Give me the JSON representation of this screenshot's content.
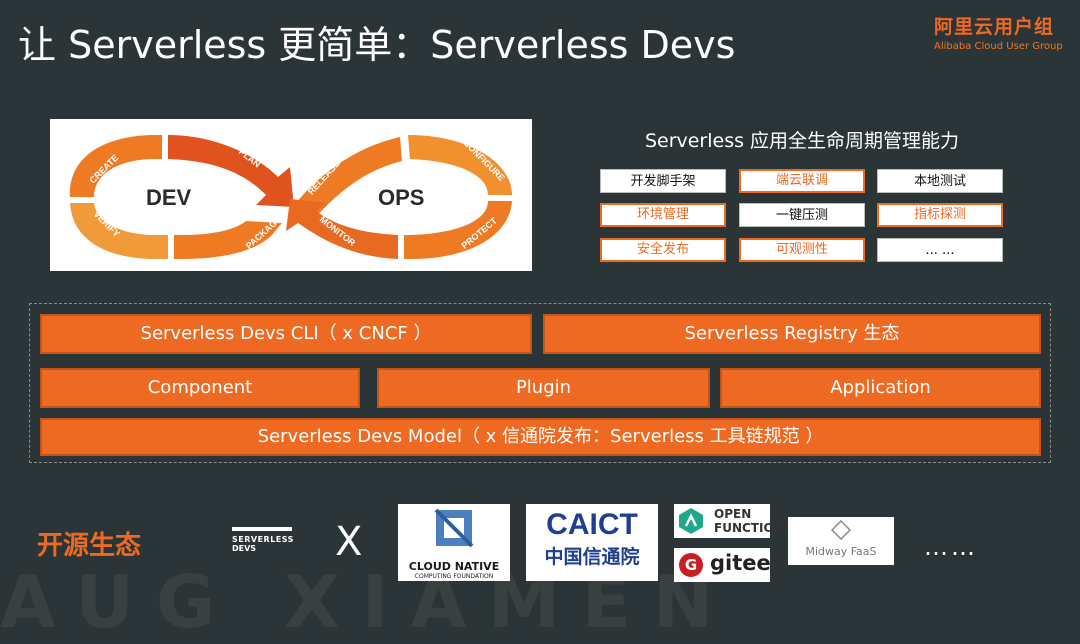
{
  "header": {
    "title": "让 Serverless 更简单：Serverless Devs",
    "brand_cn": "阿里云用户组",
    "brand_en": "Alibaba Cloud User Group"
  },
  "lifecycle_diagram": {
    "left_label": "DEV",
    "right_label": "OPS",
    "arrows": [
      "CREATE",
      "PLAN",
      "RELEASE",
      "CONFIGURE",
      "PROTECT",
      "MONITOR",
      "PACKAGE",
      "VERIFY"
    ]
  },
  "capabilities": {
    "title": "Serverless 应用全生命周期管理能力",
    "items": [
      {
        "label": "开发脚手架",
        "style": "white"
      },
      {
        "label": "端云联调",
        "style": "out"
      },
      {
        "label": "本地测试",
        "style": "white"
      },
      {
        "label": "环境管理",
        "style": "out"
      },
      {
        "label": "一键压测",
        "style": "white"
      },
      {
        "label": "指标探测",
        "style": "out"
      },
      {
        "label": "安全发布",
        "style": "out"
      },
      {
        "label": "可观测性",
        "style": "out"
      },
      {
        "label": "... ...",
        "style": "white"
      }
    ]
  },
  "architecture": {
    "cli": "Serverless Devs CLI（ x CNCF ）",
    "registry": "Serverless Registry 生态",
    "component": "Component",
    "plugin": "Plugin",
    "application": "Application",
    "model": "Serverless Devs Model（ x 信通院发布：Serverless 工具链规范 ）"
  },
  "ecosystem": {
    "label": "开源生态",
    "times": "X",
    "devs_logo": {
      "line1": "SERVERLESS",
      "line2": "DEVS"
    },
    "cncf_logo": {
      "line1": "CLOUD NATIVE",
      "line2": "COMPUTING FOUNDATION"
    },
    "caict_logo": {
      "line1": "CAICT",
      "line2": "中国信通院"
    },
    "openfunction_logo": {
      "line1": "OPEN",
      "line2": "FUNCTION"
    },
    "gitee_logo": "gitee",
    "midway_logo": "Midway FaaS",
    "more": "……"
  },
  "watermark": "AUG XIAMEN",
  "colors": {
    "accent": "#ee6a22",
    "background": "#2b3436"
  }
}
